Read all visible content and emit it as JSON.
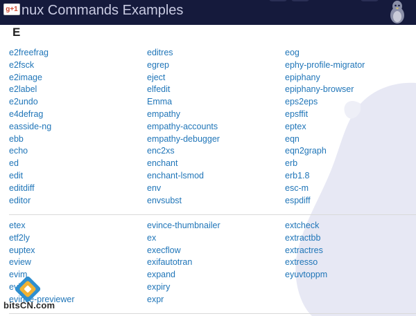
{
  "header": {
    "badge": "g+1",
    "title": "nux Commands Examples"
  },
  "section_letter": "E",
  "sections": [
    {
      "columns": [
        [
          "e2freefrag",
          "e2fsck",
          "e2image",
          "e2label",
          "e2undo",
          "e4defrag",
          "easside-ng",
          "ebb",
          "echo",
          "ed",
          "edit",
          "editdiff",
          "editor"
        ],
        [
          "editres",
          "egrep",
          "eject",
          "elfedit",
          "Emma",
          "empathy",
          "empathy-accounts",
          "empathy-debugger",
          "enc2xs",
          "enchant",
          "enchant-lsmod",
          "env",
          "envsubst"
        ],
        [
          "eog",
          "ephy-profile-migrator",
          "epiphany",
          "epiphany-browser",
          "eps2eps",
          "epsffit",
          "eptex",
          "eqn",
          "eqn2graph",
          "erb",
          "erb1.8",
          "esc-m",
          "espdiff"
        ]
      ]
    },
    {
      "columns": [
        [
          "etex",
          "etf2ly",
          "euptex",
          "eview",
          "evim",
          "evince",
          "evince-previewer"
        ],
        [
          "evince-thumbnailer",
          "ex",
          "execflow",
          "exifautotran",
          "expand",
          "expiry",
          "expr"
        ],
        [
          "extcheck",
          "extractbb",
          "extractres",
          "extresso",
          "eyuvtoppm"
        ]
      ]
    }
  ],
  "watermark": {
    "text": "bitsCN.com"
  },
  "colors": {
    "header_bg": "#151a3c",
    "link": "#1f75b8",
    "letter": "#1f1f1f",
    "divider": "#d9d9d9",
    "tux_silhouette": "#e7e8f4"
  },
  "icons": {
    "badge": "google-plus-one-icon",
    "mascot": "tux-penguin-icon",
    "watermark_logo": "bitscn-logo-icon"
  }
}
